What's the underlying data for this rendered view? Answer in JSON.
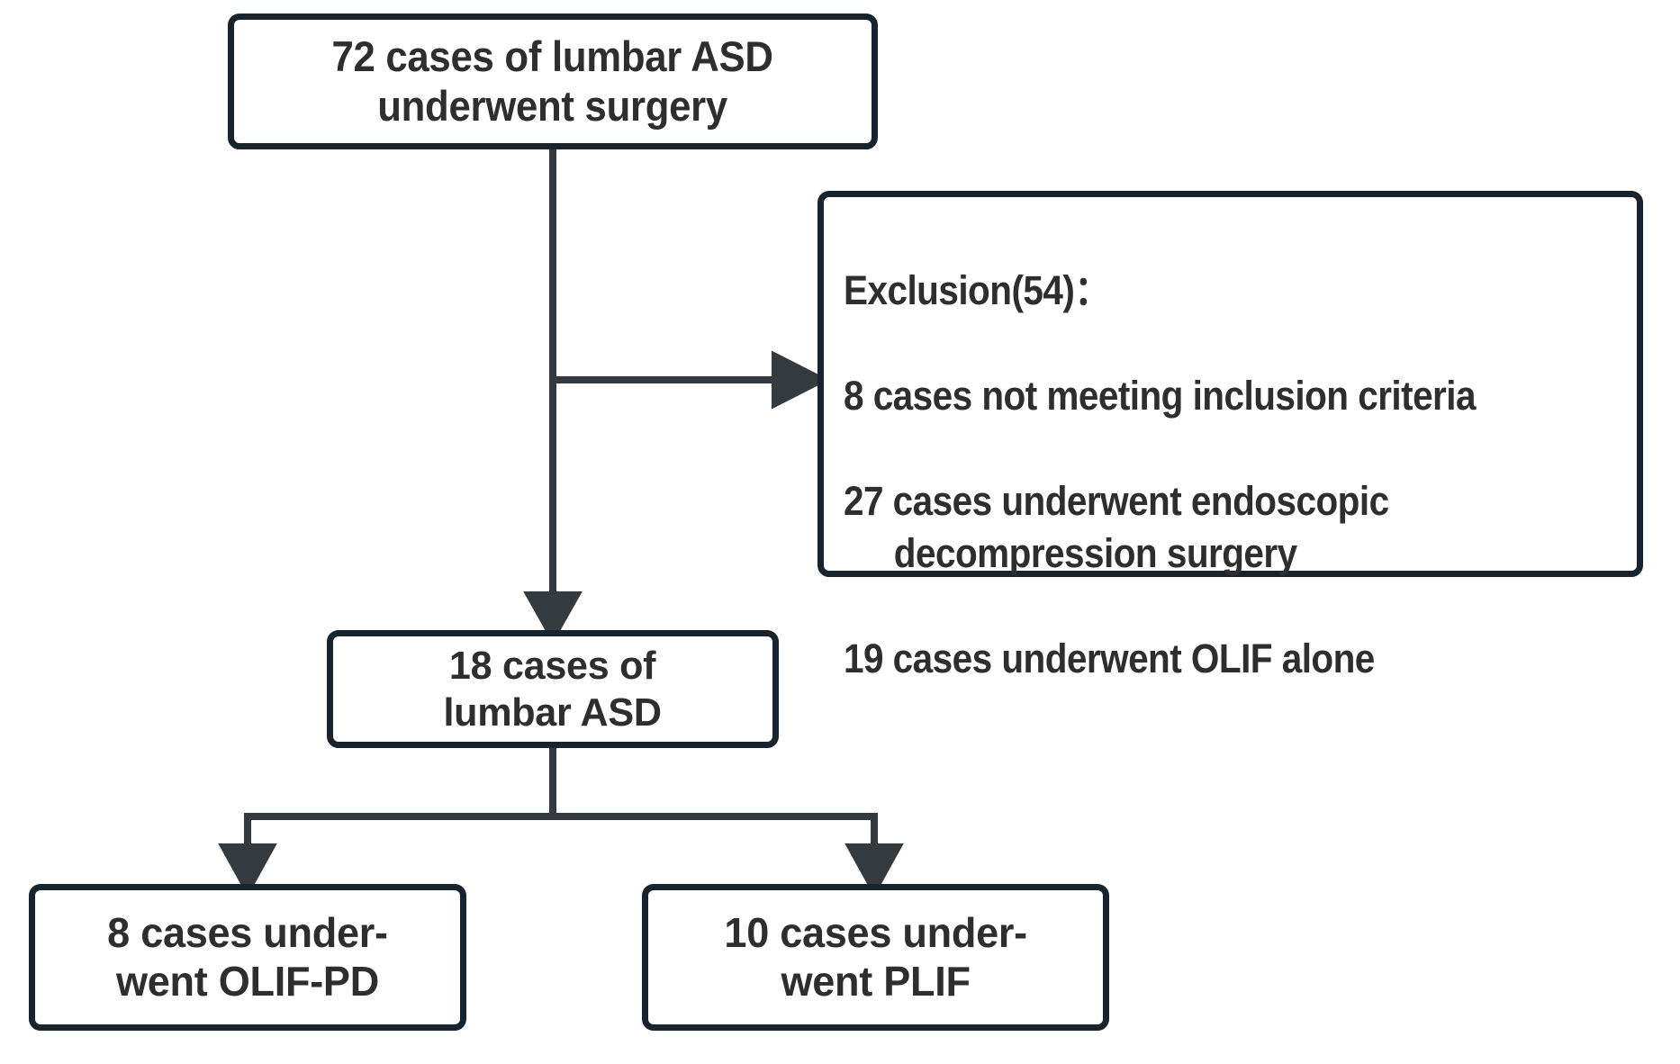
{
  "diagram": {
    "type": "patient-flow-flowchart",
    "title": "Lumbar ASD surgical case selection flow",
    "colors": {
      "box_border": "#17242e",
      "box_fill": "#ffffff",
      "text": "#2e2e2e",
      "connector": "#333b41",
      "background": "#ffffff"
    },
    "nodes": {
      "enrollment": {
        "id": "enrollment",
        "label": "72 cases of lumbar ASD\nunderwent surgery",
        "count": 72
      },
      "exclusion": {
        "id": "exclusion",
        "heading": "Exclusion(54)：",
        "total_excluded": 54,
        "reasons": [
          {
            "count": 8,
            "text": "8 cases not meeting inclusion criteria"
          },
          {
            "count": 27,
            "text": "27 cases underwent endoscopic decompression surgery"
          },
          {
            "count": 19,
            "text": "19 cases underwent OLIF alone"
          }
        ]
      },
      "included": {
        "id": "included",
        "label": "18 cases of\nlumbar ASD",
        "count": 18
      },
      "arm_left": {
        "id": "arm-olif-pd",
        "label": "8 cases under-\nwent OLIF-PD",
        "count": 8,
        "procedure": "OLIF-PD"
      },
      "arm_right": {
        "id": "arm-plif",
        "label": "10 cases under-\nwent PLIF",
        "count": 10,
        "procedure": "PLIF"
      }
    },
    "edges": [
      {
        "from": "enrollment",
        "to": "exclusion",
        "direction": "right"
      },
      {
        "from": "enrollment",
        "to": "included",
        "direction": "down"
      },
      {
        "from": "included",
        "to": "arm_left",
        "direction": "down"
      },
      {
        "from": "included",
        "to": "arm_right",
        "direction": "down"
      }
    ]
  }
}
